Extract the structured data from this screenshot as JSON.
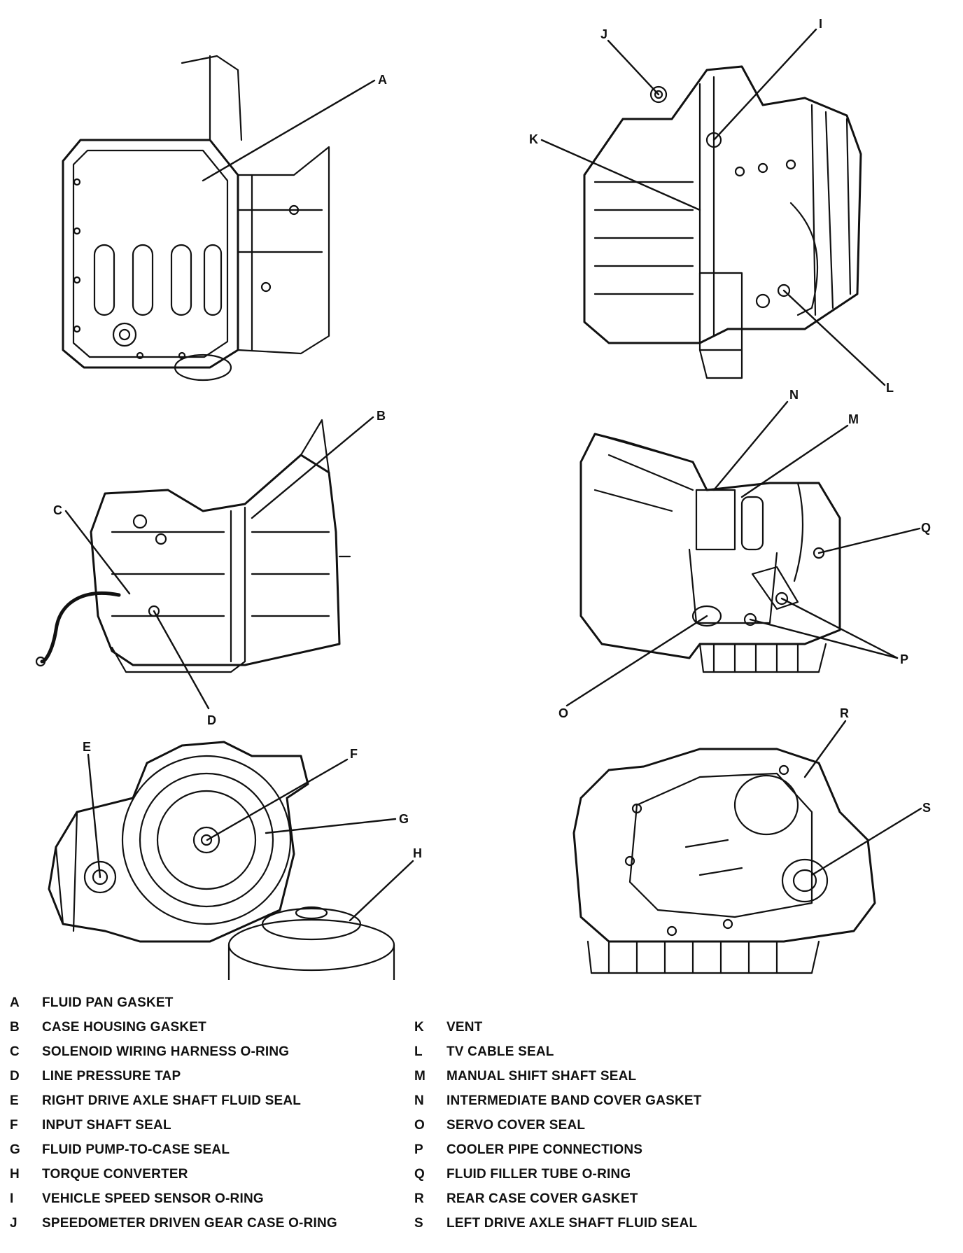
{
  "callouts": [
    "A",
    "B",
    "C",
    "D",
    "E",
    "F",
    "G",
    "H",
    "I",
    "J",
    "K",
    "L",
    "M",
    "N",
    "O",
    "P",
    "Q",
    "R",
    "S"
  ],
  "legend": {
    "left": [
      {
        "key": "A",
        "text": "FLUID PAN GASKET"
      },
      {
        "key": "B",
        "text": "CASE HOUSING GASKET"
      },
      {
        "key": "C",
        "text": "SOLENOID WIRING HARNESS O-RING"
      },
      {
        "key": "D",
        "text": "LINE PRESSURE TAP"
      },
      {
        "key": "E",
        "text": "RIGHT DRIVE AXLE SHAFT FLUID SEAL"
      },
      {
        "key": "F",
        "text": "INPUT SHAFT SEAL"
      },
      {
        "key": "G",
        "text": "FLUID PUMP-TO-CASE SEAL"
      },
      {
        "key": "H",
        "text": "TORQUE CONVERTER"
      },
      {
        "key": "I",
        "text": "VEHICLE SPEED SENSOR O-RING"
      },
      {
        "key": "J",
        "text": "SPEEDOMETER DRIVEN GEAR CASE O-RING"
      }
    ],
    "right": [
      {
        "key": "K",
        "text": "VENT"
      },
      {
        "key": "L",
        "text": "TV CABLE SEAL"
      },
      {
        "key": "M",
        "text": "MANUAL SHIFT SHAFT SEAL"
      },
      {
        "key": "N",
        "text": "INTERMEDIATE BAND COVER GASKET"
      },
      {
        "key": "O",
        "text": "SERVO COVER SEAL"
      },
      {
        "key": "P",
        "text": "COOLER PIPE CONNECTIONS"
      },
      {
        "key": "Q",
        "text": "FLUID FILLER TUBE O-RING"
      },
      {
        "key": "R",
        "text": "REAR CASE COVER GASKET"
      },
      {
        "key": "S",
        "text": "LEFT DRIVE AXLE SHAFT FLUID SEAL"
      }
    ]
  }
}
